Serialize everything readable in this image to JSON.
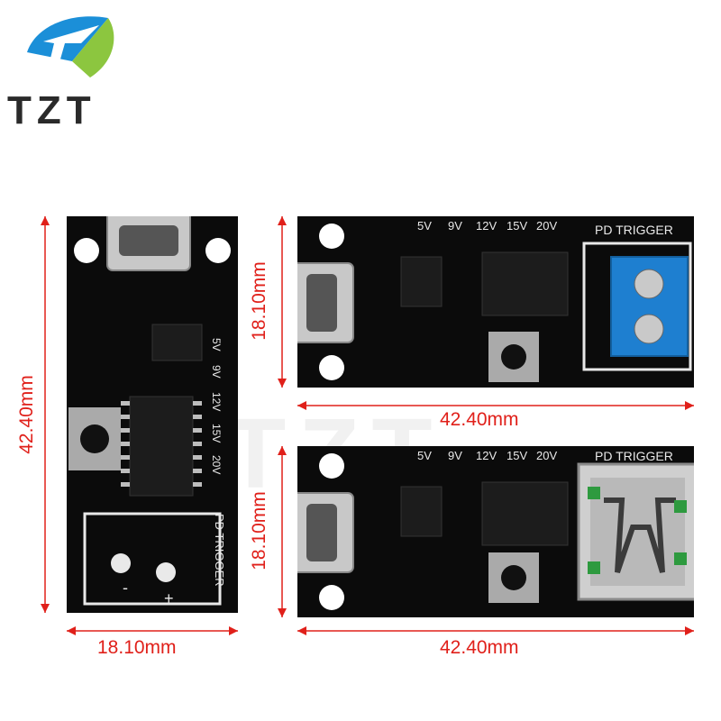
{
  "brand": {
    "name": "TZT",
    "colors": {
      "blue": "#1b8fd8",
      "green": "#8cc63f",
      "text": "#2a2a2a"
    }
  },
  "dimensions": {
    "left_board_height": "42.40mm",
    "left_board_width": "18.10mm",
    "top_board_height": "18.10mm",
    "top_board_width": "42.40mm",
    "bottom_board_height": "18.10mm",
    "bottom_board_width": "42.40mm",
    "color": "#e0201a"
  },
  "board_labels": {
    "voltages": [
      "5V",
      "9V",
      "12V",
      "15V",
      "20V"
    ],
    "title": "PD TRIGGER",
    "polarity_minus": "-",
    "polarity_plus": "+"
  },
  "watermark": "TZT"
}
